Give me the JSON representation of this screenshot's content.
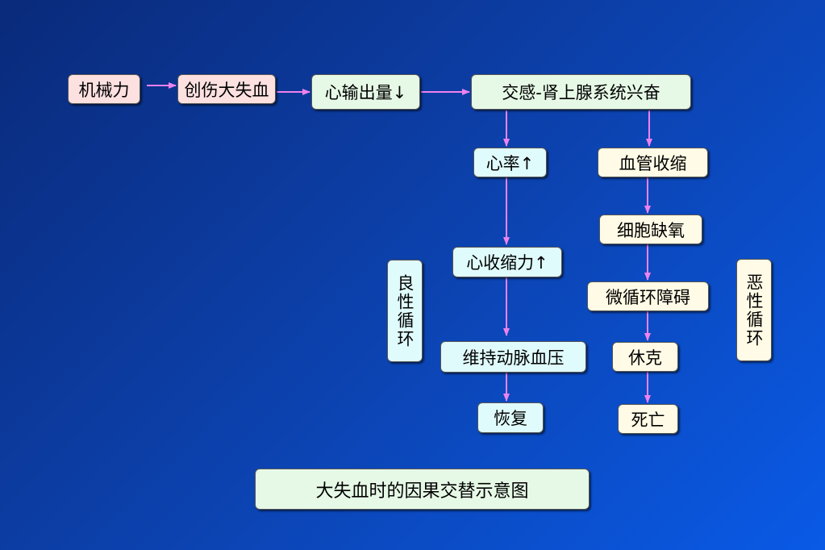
{
  "nodes": {
    "mechanical_force": "机械力",
    "trauma_blood_loss": "创伤大失血",
    "cardiac_output": "心输出量↓",
    "sympathetic": "交感-肾上腺系统兴奋",
    "heart_rate": "心率↑",
    "vasoconstriction": "血管收缩",
    "cell_hypoxia": "细胞缺氧",
    "contractility": "心收缩力↑",
    "microcirculation": "微循环障碍",
    "maintain_bp": "维持动脉血压",
    "shock": "休克",
    "recovery": "恢复",
    "death": "死亡"
  },
  "labels": {
    "benign_cycle": "良性循环",
    "vicious_cycle": "恶性循环"
  },
  "caption": "大失血时的因果交替示意图",
  "colors": {
    "arrow": "#ee82ee",
    "pink": "#fde0e0",
    "green": "#e6f9e6",
    "cyan": "#e0fbfc",
    "cream": "#fffbe6"
  },
  "edges": [
    [
      "mechanical_force",
      "trauma_blood_loss"
    ],
    [
      "trauma_blood_loss",
      "cardiac_output"
    ],
    [
      "cardiac_output",
      "sympathetic"
    ],
    [
      "sympathetic",
      "heart_rate"
    ],
    [
      "sympathetic",
      "vasoconstriction"
    ],
    [
      "heart_rate",
      "contractility"
    ],
    [
      "contractility",
      "maintain_bp"
    ],
    [
      "maintain_bp",
      "recovery"
    ],
    [
      "vasoconstriction",
      "cell_hypoxia"
    ],
    [
      "cell_hypoxia",
      "microcirculation"
    ],
    [
      "microcirculation",
      "shock"
    ],
    [
      "shock",
      "death"
    ]
  ]
}
